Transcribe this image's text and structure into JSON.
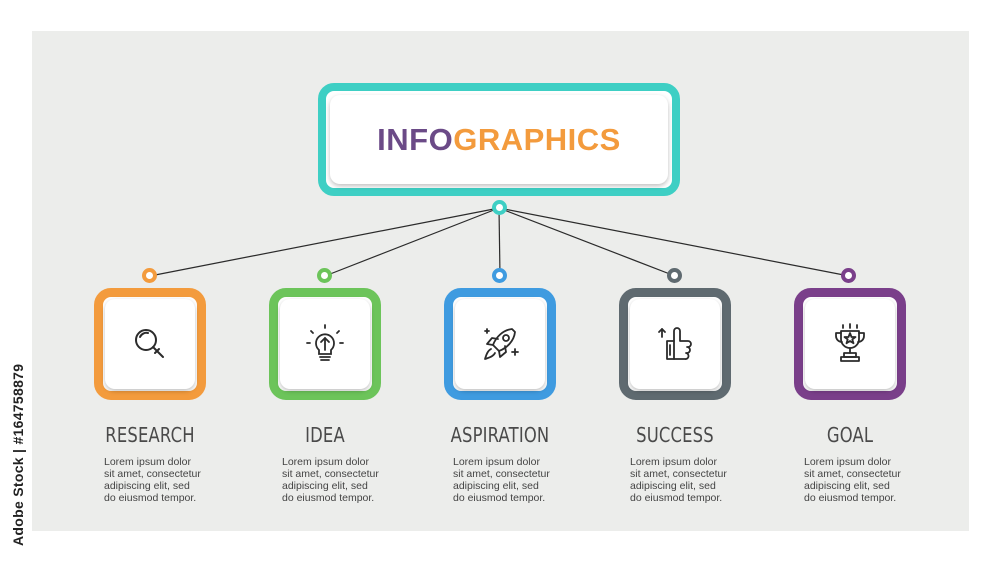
{
  "title": {
    "part1": "INFO",
    "part2": "GRAPHICS",
    "part1_color": "#6b4a87",
    "part2_color": "#f39b3d",
    "border_color": "#3ecfc4"
  },
  "items": [
    {
      "label": "RESEARCH",
      "color": "#f39b3d",
      "icon": "magnifier-icon",
      "text": [
        "Lorem ipsum dolor",
        "sit amet, consectetur",
        "adipiscing elit, sed",
        "do eiusmod tempor."
      ]
    },
    {
      "label": "IDEA",
      "color": "#6cc45a",
      "icon": "lightbulb-icon",
      "text": [
        "Lorem ipsum dolor",
        "sit amet, consectetur",
        "adipiscing elit, sed",
        "do eiusmod tempor."
      ]
    },
    {
      "label": "ASPIRATION",
      "color": "#3f9be0",
      "icon": "rocket-icon",
      "text": [
        "Lorem ipsum dolor",
        "sit amet, consectetur",
        "adipiscing elit, sed",
        "do eiusmod tempor."
      ]
    },
    {
      "label": "SUCCESS",
      "color": "#5f6a70",
      "icon": "thumbs-up-icon",
      "text": [
        "Lorem ipsum dolor",
        "sit amet, consectetur",
        "adipiscing elit, sed",
        "do eiusmod tempor."
      ]
    },
    {
      "label": "GOAL",
      "color": "#7a3f8a",
      "icon": "trophy-icon",
      "text": [
        "Lorem ipsum dolor",
        "sit amet, consectetur",
        "adipiscing elit, sed",
        "do eiusmod tempor."
      ]
    }
  ],
  "side_caption": "Adobe Stock | #164758879"
}
